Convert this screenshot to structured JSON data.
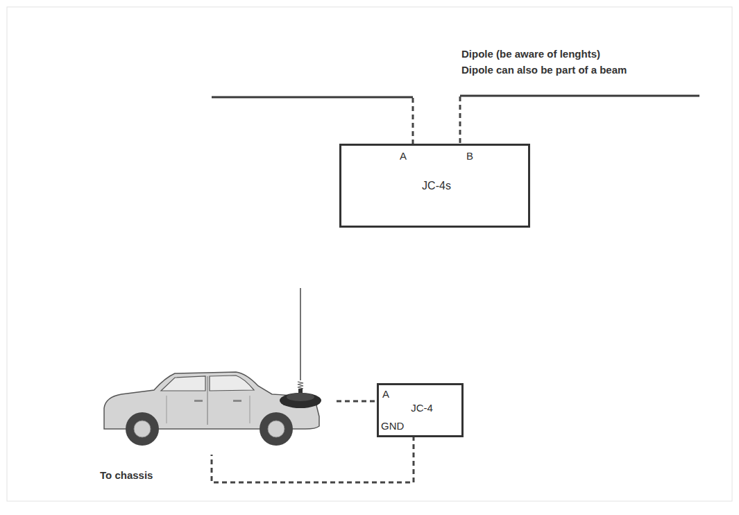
{
  "diagram": {
    "nodes": [
      {
        "text": [
          "A",
          "B",
          "JC-4s"
        ]
      },
      {
        "text": [
          "A",
          "JC-4",
          "GND"
        ]
      }
    ],
    "labels": [
      "Dipole (be aware of lenghts)",
      "Dipole can also be part of a beam",
      "To chassis"
    ]
  }
}
